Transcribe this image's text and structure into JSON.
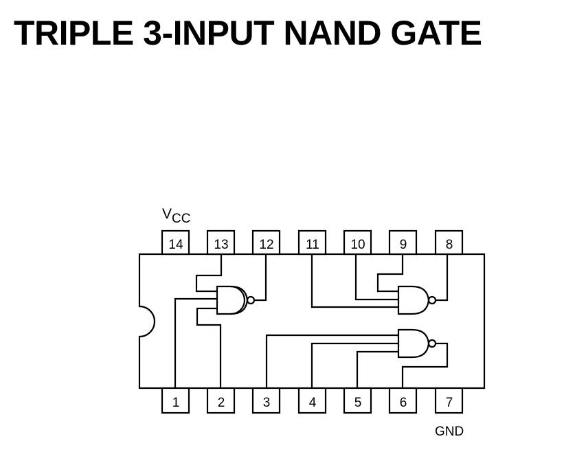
{
  "title": "TRIPLE 3-INPUT NAND GATE",
  "labels": {
    "vcc_main": "V",
    "vcc_sub": "CC",
    "gnd": "GND"
  },
  "top_pins": [
    "14",
    "13",
    "12",
    "11",
    "10",
    "9",
    "8"
  ],
  "bottom_pins": [
    "1",
    "2",
    "3",
    "4",
    "5",
    "6",
    "7"
  ],
  "gates": [
    {
      "name": "gate-a",
      "type": "NAND",
      "inputs": [
        "13",
        "1",
        "2"
      ],
      "output": "12"
    },
    {
      "name": "gate-b",
      "type": "NAND",
      "inputs": [
        "9",
        "10",
        "11"
      ],
      "output": "8"
    },
    {
      "name": "gate-c",
      "type": "NAND",
      "inputs": [
        "3",
        "4",
        "5"
      ],
      "output": "6"
    }
  ],
  "colors": {
    "ink": "#000000",
    "background": "#ffffff"
  }
}
